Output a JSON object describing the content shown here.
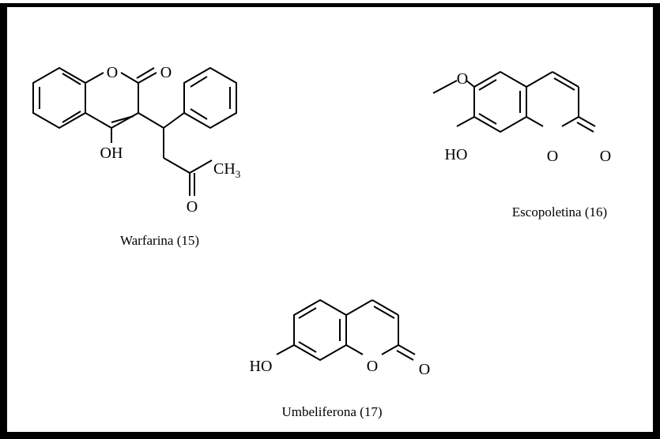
{
  "atoms": {
    "O": "O",
    "OH": "OH",
    "HO": "HO",
    "CH3_base": "CH",
    "CH3_sub": "3"
  },
  "compounds": [
    {
      "id": "warfarina",
      "caption": "Warfarina (15)"
    },
    {
      "id": "escopoletina",
      "caption": "Escopoletina (16)"
    },
    {
      "id": "umbeliferona",
      "caption": "Umbeliferona (17)"
    }
  ]
}
